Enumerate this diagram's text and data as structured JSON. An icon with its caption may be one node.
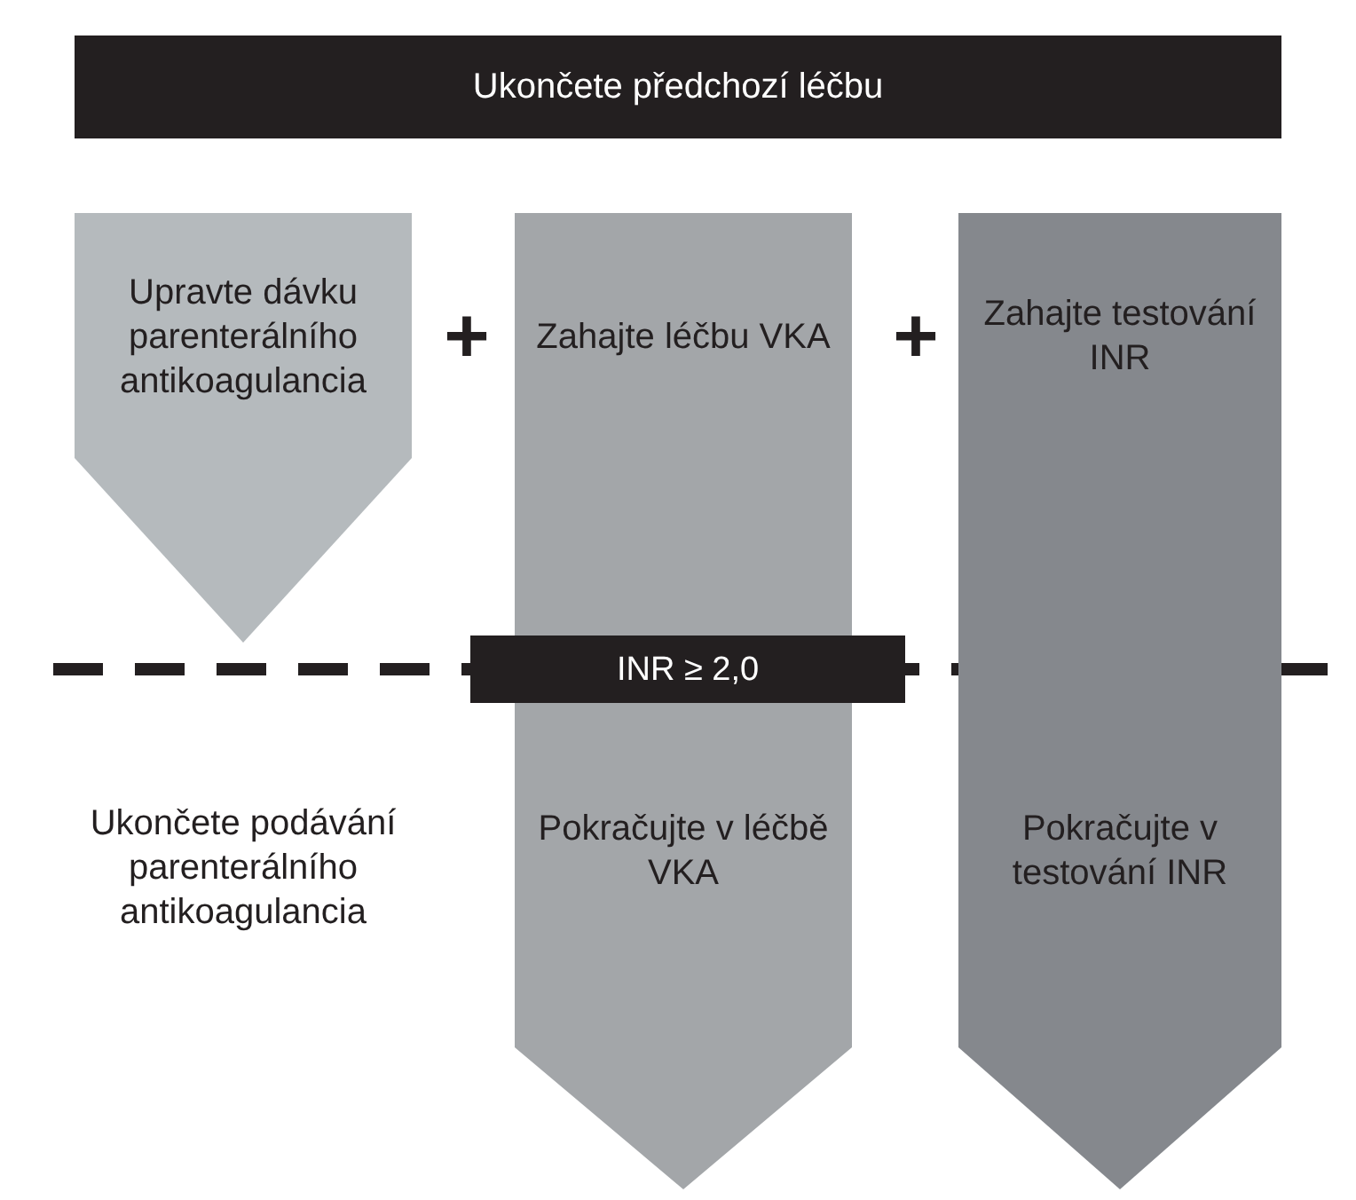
{
  "diagram": {
    "nodes": [
      {
        "text": [
          "Ukončete předchozí léčbu"
        ]
      },
      {
        "text": [
          "Upravte dávku parenterálního antikoagulancia"
        ]
      },
      {
        "text": [
          "Zahajte léčbu VKA",
          "Pokračujte v léčbě VKA"
        ]
      },
      {
        "text": [
          "Zahajte testování INR",
          "Pokračujte v testování INR"
        ]
      },
      {
        "text": [
          "INR ≥ 2,0"
        ]
      }
    ],
    "labels": [
      "+",
      "+",
      "Ukončete podávání parenterálního antikoagulancia"
    ]
  }
}
